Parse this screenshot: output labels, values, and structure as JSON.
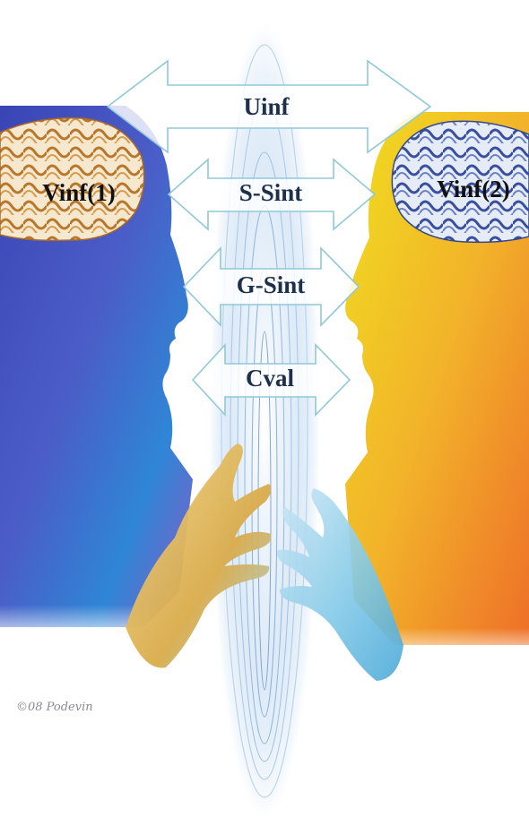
{
  "labels": {
    "left_head": "Vinf(1)",
    "right_head": "Vinf(2)",
    "arrow_1": "Uinf",
    "arrow_2": "S-Sint",
    "arrow_3": "G-Sint",
    "arrow_4": "Cval"
  },
  "signature": "©08 Podevin",
  "colors": {
    "text": "#1e2f4a",
    "arrow_stroke": "#8fc8d8",
    "left_head_top": "#3b49b8",
    "left_head_bottom": "#7a57c4",
    "right_head_top": "#e6d21a",
    "right_head_bottom": "#f07a2a",
    "brain_left": "#c4842e",
    "brain_right": "#3f55a6",
    "beam": "#9fc4e6"
  }
}
